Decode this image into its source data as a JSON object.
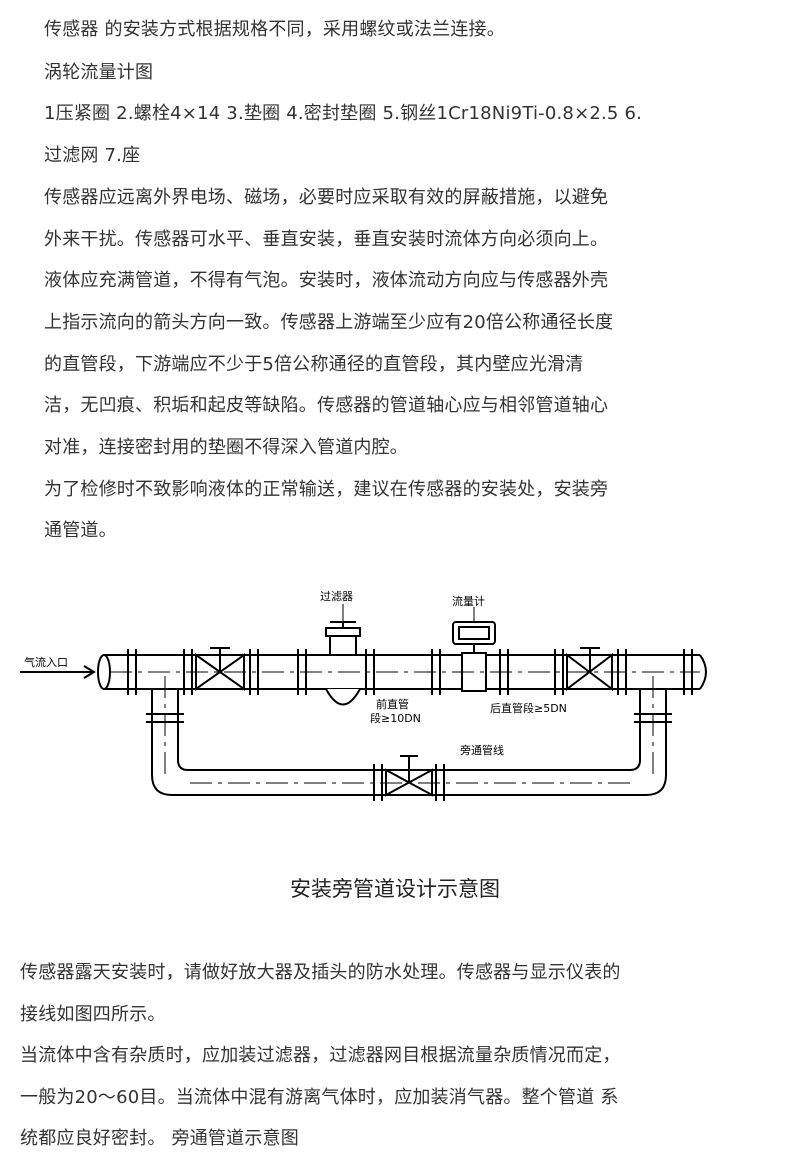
{
  "top_paragraphs": [
    "传感器 的安装方式根据规格不同，采用螺纹或法兰连接。",
    "涡轮流量计图",
    "1压紧圈 2.螺栓4×14 3.垫圈 4.密封垫圈 5.钢丝1Cr18Ni9Ti-0.8×2.5 6.",
    "过滤网 7.座",
    "传感器应远离外界电场、磁场，必要时应采取有效的屏蔽措施，以避免",
    "外来干扰。传感器可水平、垂直安装，垂直安装时流体方向必须向上。",
    "液体应充满管道，不得有气泡。安装时，液体流动方向应与传感器外壳",
    "上指示流向的箭头方向一致。传感器上游端至少应有20倍公称通径长度",
    "的直管段，下游端应不少于5倍公称通径的直管段，其内壁应光滑清",
    "洁，无凹痕、积垢和起皮等缺陷。传感器的管道轴心应与相邻管道轴心",
    "对准，连接密封用的垫圈不得深入管道内腔。",
    "为了检修时不致影响液体的正常输送，建议在传感器的安装处，安装旁",
    "通管道。"
  ],
  "diagram": {
    "inlet_label": "气流入口",
    "filter_label": "过滤器",
    "flowmeter_label": "流量计",
    "upstream_label_line1": "前直管",
    "upstream_label_line2": "段≥10DN",
    "downstream_label": "后直管段≥5DN",
    "bypass_label": "旁通管线"
  },
  "caption": "安装旁管道设计示意图",
  "bottom_paragraphs": [
    "传感器露天安装时，请做好放大器及插头的防水处理。传感器与显示仪表的",
    "接线如图四所示。",
    "当流体中含有杂质时，应加装过滤器，过滤器网目根据流量杂质情况而定，",
    "一般为20～60目。当流体中混有游离气体时，应加装消气器。整个管道   系",
    "统都应良好密封。 旁通管道示意图"
  ]
}
